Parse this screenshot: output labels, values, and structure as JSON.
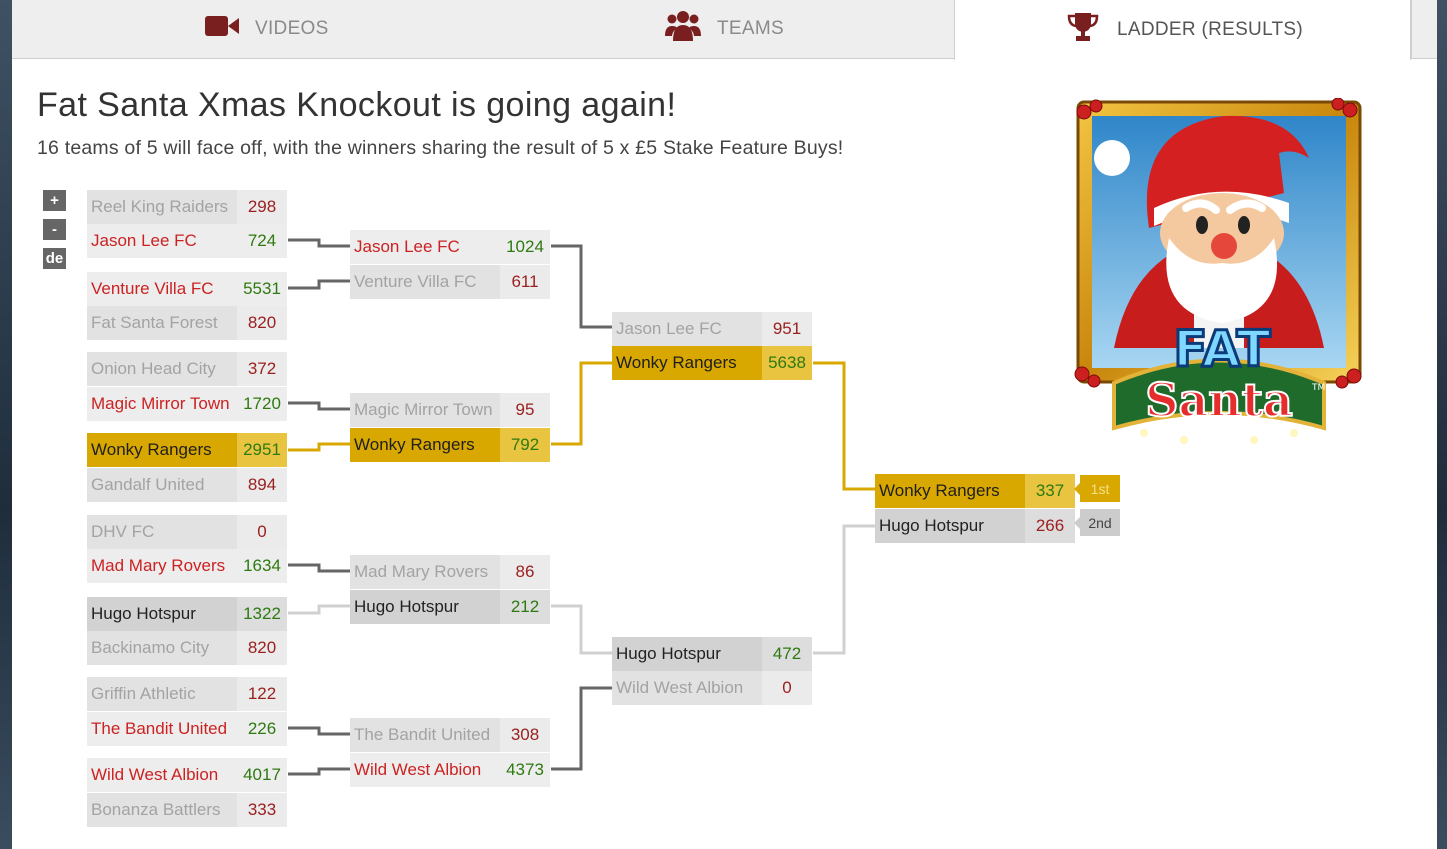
{
  "tabs": [
    {
      "label": "VIDEOS",
      "icon": "video-camera-icon"
    },
    {
      "label": "TEAMS",
      "icon": "users-icon"
    },
    {
      "label": "LADDER (RESULTS)",
      "icon": "trophy-icon",
      "active": true
    }
  ],
  "title": "Fat Santa Xmas Knockout is going again!",
  "subtitle": "16 teams of 5 will face off, with the winners sharing the result of 5 x £5 Stake Feature Buys!",
  "controls": {
    "zoom_in": "+",
    "zoom_out": "-",
    "lang": "de"
  },
  "logo": {
    "line1": "FAT",
    "line2": "Santa",
    "tm": "TM"
  },
  "colors": {
    "gold": "#d9a800",
    "win_score": "#2e7a10",
    "lose_score": "#9b2020",
    "win_name": "#cc2222"
  },
  "round1": [
    {
      "name": "Reel King Raiders",
      "score": "298"
    },
    {
      "name": "Jason Lee FC",
      "score": "724"
    },
    {
      "name": "Venture Villa FC",
      "score": "5531"
    },
    {
      "name": "Fat Santa Forest",
      "score": "820"
    },
    {
      "name": "Onion Head City",
      "score": "372"
    },
    {
      "name": "Magic Mirror Town",
      "score": "1720"
    },
    {
      "name": "Wonky Rangers",
      "score": "2951"
    },
    {
      "name": "Gandalf United",
      "score": "894"
    },
    {
      "name": "DHV FC",
      "score": "0"
    },
    {
      "name": "Mad Mary Rovers",
      "score": "1634"
    },
    {
      "name": "Hugo Hotspur",
      "score": "1322"
    },
    {
      "name": "Backinamo City",
      "score": "820"
    },
    {
      "name": "Griffin Athletic",
      "score": "122"
    },
    {
      "name": "The Bandit United",
      "score": "226"
    },
    {
      "name": "Wild West Albion",
      "score": "4017"
    },
    {
      "name": "Bonanza Battlers",
      "score": "333"
    }
  ],
  "round2": [
    {
      "name": "Jason Lee FC",
      "score": "1024"
    },
    {
      "name": "Venture Villa FC",
      "score": "611"
    },
    {
      "name": "Magic Mirror Town",
      "score": "95"
    },
    {
      "name": "Wonky Rangers",
      "score": "792"
    },
    {
      "name": "Mad Mary Rovers",
      "score": "86"
    },
    {
      "name": "Hugo Hotspur",
      "score": "212"
    },
    {
      "name": "The Bandit United",
      "score": "308"
    },
    {
      "name": "Wild West Albion",
      "score": "4373"
    }
  ],
  "round3": [
    {
      "name": "Jason Lee FC",
      "score": "951"
    },
    {
      "name": "Wonky Rangers",
      "score": "5638"
    },
    {
      "name": "Hugo Hotspur",
      "score": "472"
    },
    {
      "name": "Wild West Albion",
      "score": "0"
    }
  ],
  "final": [
    {
      "name": "Wonky Rangers",
      "score": "337",
      "rank": "1st"
    },
    {
      "name": "Hugo Hotspur",
      "score": "266",
      "rank": "2nd"
    }
  ]
}
